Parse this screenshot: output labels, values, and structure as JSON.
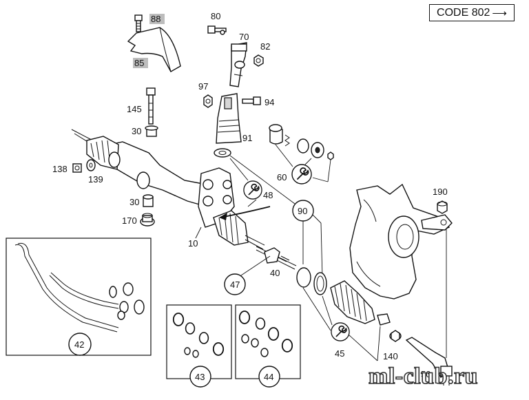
{
  "code_box": {
    "text": "CODE 802",
    "arrow": "⟶"
  },
  "part_numbers": {
    "p88": "88",
    "p85": "85",
    "p80": "80",
    "p70": "70",
    "p82": "82",
    "p97": "97",
    "p94": "94",
    "p145": "145",
    "p30a": "30",
    "p91": "91",
    "p138": "138",
    "p139": "139",
    "p60": "60",
    "p48": "48",
    "p90": "90",
    "p30b": "30",
    "p170": "170",
    "p10": "10",
    "p190": "190",
    "p40": "40",
    "p47": "47",
    "p42": "42",
    "p43": "43",
    "p44": "44",
    "p45": "45",
    "p140": "140",
    "p50": "50"
  },
  "icons": [
    "wrench-icon"
  ],
  "watermark": "ml-club.ru",
  "colors": {
    "line": "#111111",
    "highlight_box": "#bdbdbd",
    "background": "#ffffff"
  }
}
